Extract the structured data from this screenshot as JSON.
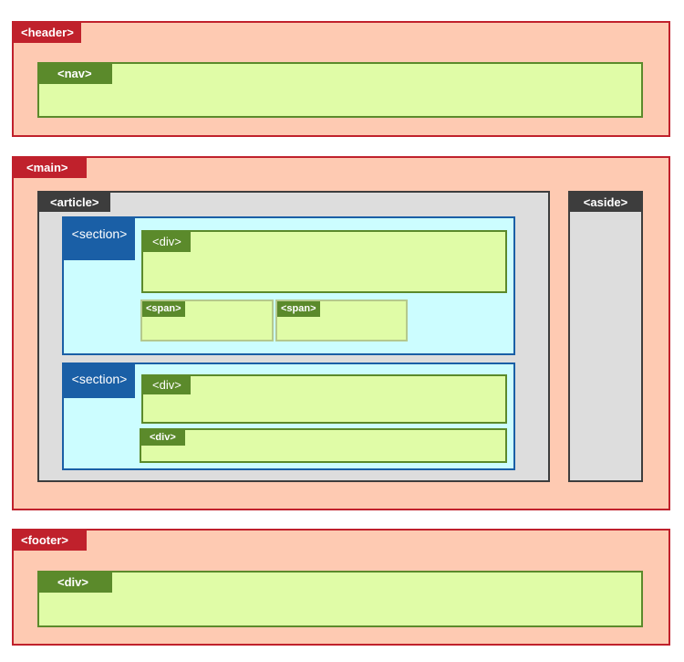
{
  "header": {
    "tag": "<header>",
    "nav": {
      "tag": "<nav>"
    }
  },
  "main": {
    "tag": "<main>",
    "article": {
      "tag": "<article>",
      "section1": {
        "tag": "<section>",
        "div": "<div>",
        "span1": "<span>",
        "span2": "<span>"
      },
      "section2": {
        "tag": "<section>",
        "div1": "<div>",
        "div2": "<div>"
      }
    },
    "aside": {
      "tag": "<aside>"
    }
  },
  "footer": {
    "tag": "<footer>",
    "div": {
      "tag": "<div>"
    }
  },
  "colors": {
    "semantic_fill": "#fecab2",
    "semantic_border": "#c0212c",
    "generic_fill": "#e0fca7",
    "generic_border": "#5b8a2b",
    "article_fill": "#dddddd",
    "article_border": "#3d3d3d",
    "section_fill": "#ccfdff",
    "section_border": "#1a5fa6"
  }
}
